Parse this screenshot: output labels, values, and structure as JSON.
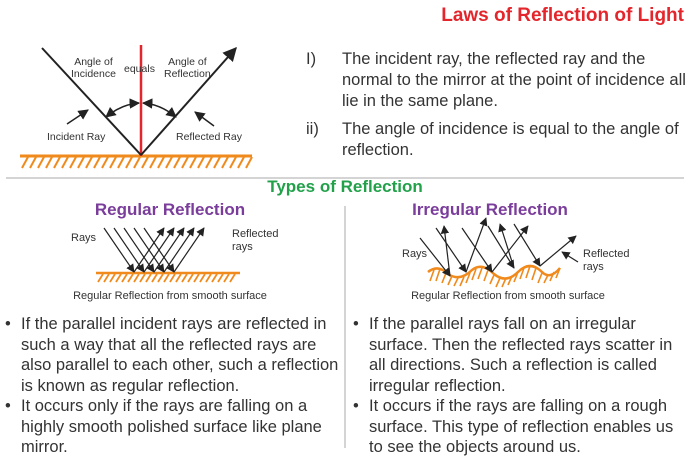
{
  "title": "Laws of Reflection of Light",
  "colors": {
    "title": "#e4262c",
    "heading": "#22a14a",
    "subheading": "#7a3d9b",
    "normal": "#e4262c",
    "surface": "#f08a1d"
  },
  "top_diagram": {
    "angle_of_incidence": [
      "Angle of",
      "Incidence"
    ],
    "equals": "equals",
    "angle_of_reflection": [
      "Angle of",
      "Reflection"
    ],
    "incident_ray": "Incident Ray",
    "reflected_ray": "Reflected Ray"
  },
  "laws": [
    {
      "num": "I)",
      "text": "The incident ray, the reflected ray and the normal to the mirror at the point of incidence all lie in the same plane."
    },
    {
      "num": "ii)",
      "text": "The angle of incidence is equal to the angle of reflection."
    }
  ],
  "types_heading": "Types of Reflection",
  "regular": {
    "heading": "Regular Reflection",
    "rays_label": "Rays",
    "reflected_label": [
      "Reflected",
      "rays"
    ],
    "caption": "Regular Reflection from smooth surface",
    "bullets": [
      "If the parallel incident rays are reflected in such a way that all the reflected rays are also parallel to each other, such a reflection is known as regular reflection.",
      "It occurs only if the rays are falling on a highly smooth polished surface like plane mirror."
    ]
  },
  "irregular": {
    "heading": "Irregular Reflection",
    "rays_label": "Rays",
    "reflected_label": [
      "Reflected",
      "rays"
    ],
    "caption": "Regular Reflection from smooth surface",
    "bullets": [
      "If the parallel rays fall on an irregular surface. Then the reflected rays scatter in all directions. Such a reflection is called irregular reflection.",
      "It occurs if the rays are falling on a rough surface. This type of reflection enables us to see the objects around us."
    ]
  },
  "bullet_symbol": "•"
}
